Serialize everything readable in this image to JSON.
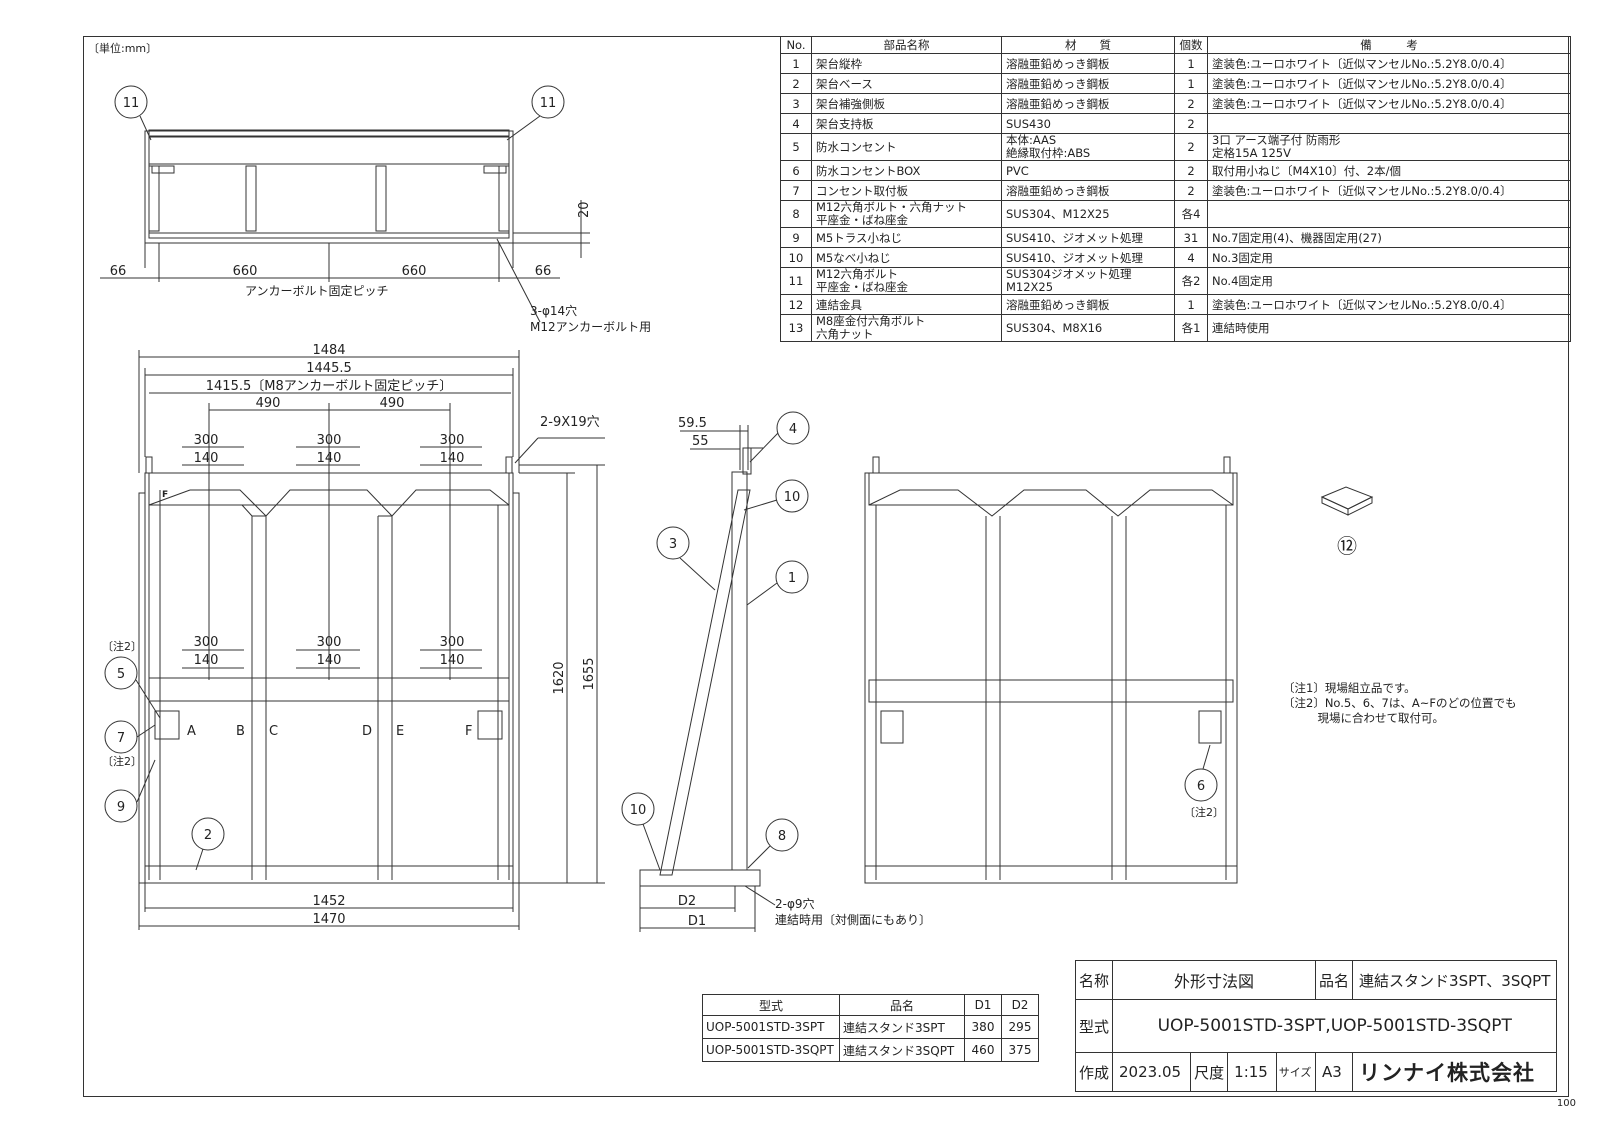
{
  "unit_label": "〔単位:mm〕",
  "page_number": "100",
  "parts_table": {
    "headers": [
      "No.",
      "部品名称",
      "材　　質",
      "個数",
      "備　　　考"
    ],
    "rows": [
      {
        "no": "1",
        "name": "架台縦枠",
        "material": "溶融亜鉛めっき鋼板",
        "qty": "1",
        "note": "塗装色:ユーロホワイト〔近似マンセルNo.:5.2Y8.0/0.4〕"
      },
      {
        "no": "2",
        "name": "架台ベース",
        "material": "溶融亜鉛めっき鋼板",
        "qty": "1",
        "note": "塗装色:ユーロホワイト〔近似マンセルNo.:5.2Y8.0/0.4〕"
      },
      {
        "no": "3",
        "name": "架台補強側板",
        "material": "溶融亜鉛めっき鋼板",
        "qty": "2",
        "note": "塗装色:ユーロホワイト〔近似マンセルNo.:5.2Y8.0/0.4〕"
      },
      {
        "no": "4",
        "name": "架台支持板",
        "material": "SUS430",
        "qty": "2",
        "note": ""
      },
      {
        "no": "5",
        "name": "防水コンセント",
        "material": "本体:AAS",
        "material2": "絶縁取付枠:ABS",
        "qty": "2",
        "note": "3口 アース端子付 防雨形",
        "note2": "定格15A 125V"
      },
      {
        "no": "6",
        "name": "防水コンセントBOX",
        "material": "PVC",
        "qty": "2",
        "note": "取付用小ねじ〔M4X10〕付、2本/個"
      },
      {
        "no": "7",
        "name": "コンセント取付板",
        "material": "溶融亜鉛めっき鋼板",
        "qty": "2",
        "note": "塗装色:ユーロホワイト〔近似マンセルNo.:5.2Y8.0/0.4〕"
      },
      {
        "no": "8",
        "name": "M12六角ボルト・六角ナット",
        "name2": "平座金・ばね座金",
        "material": "SUS304、M12X25",
        "qty": "各4",
        "note": ""
      },
      {
        "no": "9",
        "name": "M5トラス小ねじ",
        "material": "SUS410、ジオメット処理",
        "qty": "31",
        "note": "No.7固定用(4)、機器固定用(27)"
      },
      {
        "no": "10",
        "name": "M5なべ小ねじ",
        "material": "SUS410、ジオメット処理",
        "qty": "4",
        "note": "No.3固定用"
      },
      {
        "no": "11",
        "name": "M12六角ボルト",
        "name2": "平座金・ばね座金",
        "material": "SUS304ジオメット処理",
        "material2": "M12X25",
        "qty": "各2",
        "note": "No.4固定用"
      },
      {
        "no": "12",
        "name": "連結金具",
        "material": "溶融亜鉛めっき鋼板",
        "qty": "1",
        "note": "塗装色:ユーロホワイト〔近似マンセルNo.:5.2Y8.0/0.4〕"
      },
      {
        "no": "13",
        "name": "M8座金付六角ボルト",
        "name2": "六角ナット",
        "material": "SUS304、M8X16",
        "qty": "各1",
        "note": "連結時使用"
      }
    ]
  },
  "top_view": {
    "callouts": [
      "11",
      "11"
    ],
    "dims": {
      "h20": "20",
      "left": "66",
      "span1": "660",
      "span2": "660",
      "right": "66"
    },
    "pitch_label": "アンカーボルト固定ピッチ",
    "hole_label": "3-φ14穴",
    "hole_note": "M12アンカーボルト用"
  },
  "front_view": {
    "dims": {
      "w1484": "1484",
      "w1445": "1445.5",
      "w1415": "1415.5〔M8アンカーボルト固定ピッチ〕",
      "w490a": "490",
      "w490b": "490",
      "w300": "300",
      "w140": "140",
      "h1620": "1620",
      "h1655": "1655",
      "w1452": "1452",
      "w1470": "1470",
      "slot": "2-9X19穴"
    },
    "letters": [
      "A",
      "B",
      "C",
      "D",
      "E",
      "F"
    ],
    "frame_mark": "F",
    "callouts": [
      "5",
      "7",
      "9",
      "2"
    ],
    "note_tag": "〔注2〕"
  },
  "side_view": {
    "dims": {
      "d595": "59.5",
      "d55": "55",
      "D1": "D1",
      "D2": "D2"
    },
    "callouts": [
      "4",
      "10",
      "3",
      "1",
      "10",
      "8"
    ],
    "hole_label": "2-φ9穴",
    "hole_note": "連結時用〔対側面にもあり〕"
  },
  "back_view": {
    "callouts": [
      "6"
    ],
    "note_tag": "〔注2〕"
  },
  "part12_label": "⑫",
  "notes": [
    "〔注1〕現場組立品です。",
    "〔注2〕No.5、6、7は、A~Fのどの位置でも",
    "　　　現場に合わせて取付可。"
  ],
  "model_table": {
    "headers": [
      "型式",
      "品名",
      "D1",
      "D2"
    ],
    "rows": [
      {
        "model": "UOP-5001STD-3SPT",
        "name": "連結スタンド3SPT",
        "d1": "380",
        "d2": "295"
      },
      {
        "model": "UOP-5001STD-3SQPT",
        "name": "連結スタンド3SQPT",
        "d1": "460",
        "d2": "375"
      }
    ]
  },
  "title_block": {
    "name_label": "名称",
    "name_value": "外形寸法図",
    "product_label": "品名",
    "product_value": "連結スタンド3SPT、3SQPT",
    "model_label": "型式",
    "model_value": "UOP-5001STD-3SPT,UOP-5001STD-3SQPT",
    "made_label": "作成",
    "made_value": "2023.05",
    "scale_label": "尺度",
    "scale_value": "1:15",
    "size_label": "サイズ",
    "size_value": "A3",
    "company": "リンナイ株式会社"
  }
}
